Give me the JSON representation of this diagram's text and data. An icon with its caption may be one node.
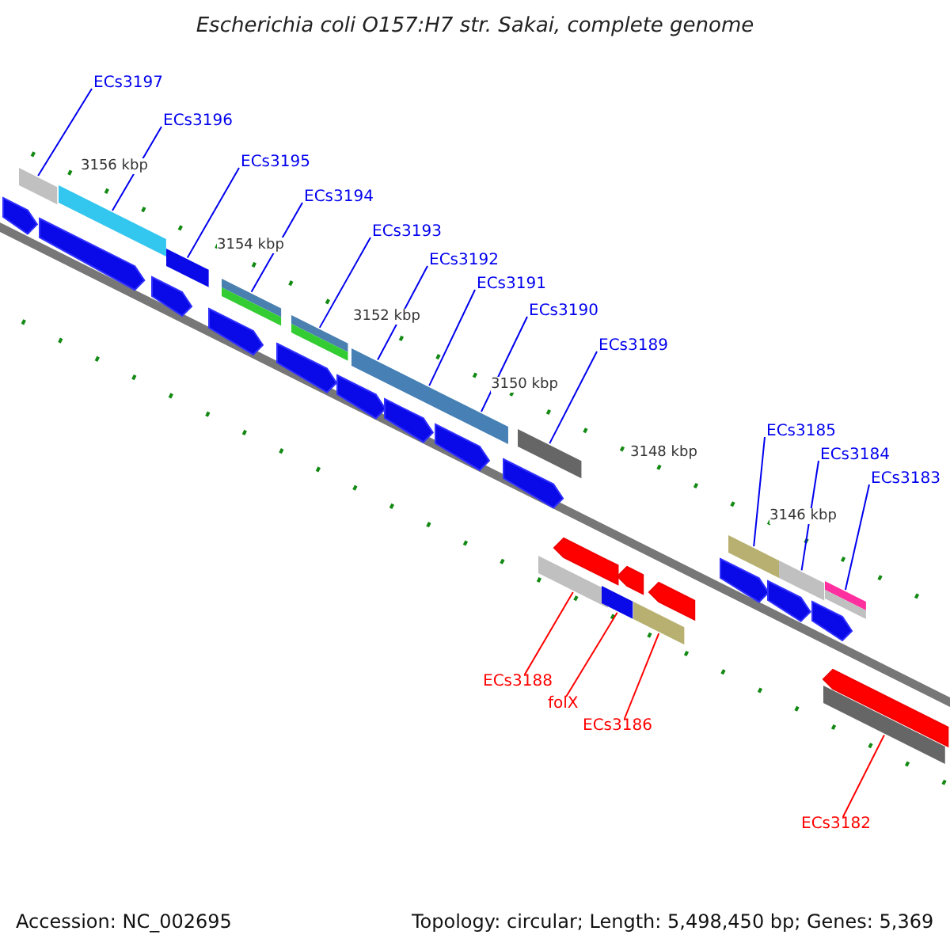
{
  "diagram": {
    "title": "Escherichia coli O157:H7 str. Sakai, complete genome",
    "nodes": [
      {
        "text": [
          "ECs3197"
        ]
      },
      {
        "text": [
          "ECs3196"
        ]
      },
      {
        "text": [
          "ECs3195"
        ]
      },
      {
        "text": [
          "ECs3194"
        ]
      },
      {
        "text": [
          "ECs3193"
        ]
      },
      {
        "text": [
          "ECs3192"
        ]
      },
      {
        "text": [
          "ECs3191"
        ]
      },
      {
        "text": [
          "ECs3190"
        ]
      },
      {
        "text": [
          "ECs3189"
        ]
      },
      {
        "text": [
          "ECs3185"
        ]
      },
      {
        "text": [
          "ECs3184"
        ]
      },
      {
        "text": [
          "ECs3183"
        ]
      },
      {
        "text": [
          "ECs3188"
        ]
      },
      {
        "text": [
          "folX"
        ]
      },
      {
        "text": [
          "ECs3186"
        ]
      },
      {
        "text": [
          "ECs3182"
        ]
      },
      {
        "text": [],
        "shape": "bar"
      },
      {
        "text": [],
        "shape": "bar"
      },
      {
        "text": [],
        "shape": "bar"
      },
      {
        "text": [],
        "shape": "bar"
      },
      {
        "text": [],
        "shape": "bar"
      },
      {
        "text": [],
        "shape": "bar"
      },
      {
        "text": [],
        "shape": "bar"
      },
      {
        "text": [],
        "shape": "bar"
      },
      {
        "text": [],
        "shape": "bar"
      },
      {
        "text": [],
        "shape": "bar"
      },
      {
        "text": [],
        "shape": "bar"
      },
      {
        "text": [],
        "shape": "bar"
      },
      {
        "text": [],
        "shape": "bar"
      },
      {
        "text": [],
        "shape": "bar"
      },
      {
        "text": [],
        "shape": "bar"
      },
      {
        "text": [],
        "shape": "bar"
      },
      {
        "text": [],
        "shape": "bar"
      },
      {
        "text": [],
        "shape": "bar"
      },
      {
        "text": [],
        "shape": "bar"
      },
      {
        "text": [],
        "shape": "bar"
      },
      {
        "text": [],
        "shape": "bar"
      },
      {
        "text": [],
        "shape": "bar"
      },
      {
        "text": [],
        "shape": "bar"
      },
      {
        "text": [],
        "shape": "bar"
      },
      {
        "text": [],
        "shape": "bar"
      },
      {
        "text": [],
        "shape": "bar"
      },
      {
        "text": [],
        "shape": "bar"
      },
      {
        "text": [],
        "shape": "bar"
      },
      {
        "text": [],
        "shape": "bar"
      },
      {
        "text": [],
        "shape": "bar"
      },
      {
        "text": [],
        "shape": "bar"
      },
      {
        "text": [],
        "shape": "bar"
      }
    ],
    "edges": [
      {
        "from": 0,
        "to": 16,
        "arrow": "none"
      },
      {
        "from": 1,
        "to": 17,
        "arrow": "none"
      },
      {
        "from": 2,
        "to": 18,
        "arrow": "none"
      },
      {
        "from": 3,
        "to": 19,
        "arrow": "none"
      },
      {
        "from": 4,
        "to": 20,
        "arrow": "none"
      },
      {
        "from": 5,
        "to": 21,
        "arrow": "none"
      },
      {
        "from": 6,
        "to": 22,
        "arrow": "none"
      },
      {
        "from": 7,
        "to": 23,
        "arrow": "none"
      },
      {
        "from": 8,
        "to": 24,
        "arrow": "none"
      },
      {
        "from": 9,
        "to": 25,
        "arrow": "none"
      },
      {
        "from": 10,
        "to": 26,
        "arrow": "none"
      },
      {
        "from": 11,
        "to": 27,
        "arrow": "none"
      },
      {
        "from": 12,
        "to": 28,
        "arrow": "none",
        "color": "#ff0000"
      },
      {
        "from": 13,
        "to": 29,
        "arrow": "none",
        "color": "#ff0000"
      },
      {
        "from": 14,
        "to": 30,
        "arrow": "none",
        "color": "#ff0000"
      },
      {
        "from": 15,
        "to": 31,
        "arrow": "none",
        "color": "#ff0000"
      }
    ],
    "labels": [
      "3156 kbp",
      "3154 kbp",
      "3152 kbp",
      "3150 kbp",
      "3148 kbp",
      "3146 kbp",
      "Accession: NC_002695",
      "Topology: circular; Length: 5,498,450 bp; Genes: 5,369"
    ]
  }
}
